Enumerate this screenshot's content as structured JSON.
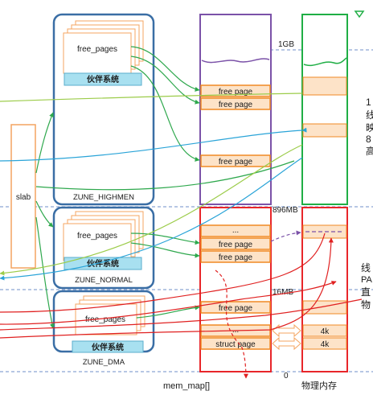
{
  "zones": {
    "highmem": {
      "label": "ZUNE_HIGHMEN",
      "free_pages": "free_pages",
      "buddy": "伙伴系统"
    },
    "normal": {
      "label": "ZUNE_NORMAL",
      "free_pages": "free_pages",
      "buddy": "伙伴系统"
    },
    "dma": {
      "label": "ZUNE_DMA",
      "free_pages": "free_pages",
      "buddy": "伙伴系统"
    }
  },
  "slab": "slab",
  "mem_map": {
    "caption": "mem_map[]",
    "highmem_pages": [
      "free page",
      "free page"
    ],
    "highmem_page3": "free page",
    "normal_dots": "...",
    "normal_pages": [
      "free page",
      "free page"
    ],
    "dma_page": "free page",
    "bottom_dots": "...",
    "struct_page": "struct page"
  },
  "physical": {
    "caption": "物理内存",
    "cells": [
      "4k",
      "4k"
    ]
  },
  "addresses": {
    "gb": "1GB",
    "mb896": "896MB",
    "mb16": "16MB",
    "zero": "0"
  },
  "right_edge": {
    "chars": [
      "1",
      "线",
      "映",
      "8",
      "高",
      "线",
      "PA",
      "直",
      "物"
    ]
  },
  "colors": {
    "zone_border": "#3a6ea5",
    "zone_fill": "#ffffff",
    "stack_border": "#f4a460",
    "buddy_fill": "#a8e0f0",
    "mem_map_purple": "#7b52a8",
    "mem_map_red": "#e8262a",
    "phys_green": "#1fae45",
    "page_orange": "#f08a24",
    "page_fill": "#fde3c8",
    "dashed_blue": "#6f8fc9",
    "green_arrow": "#2ea84d",
    "cyan_arrow": "#2aa4d8",
    "lightgreen_arrow": "#9ccc4a",
    "red_arrow": "#e02020"
  }
}
